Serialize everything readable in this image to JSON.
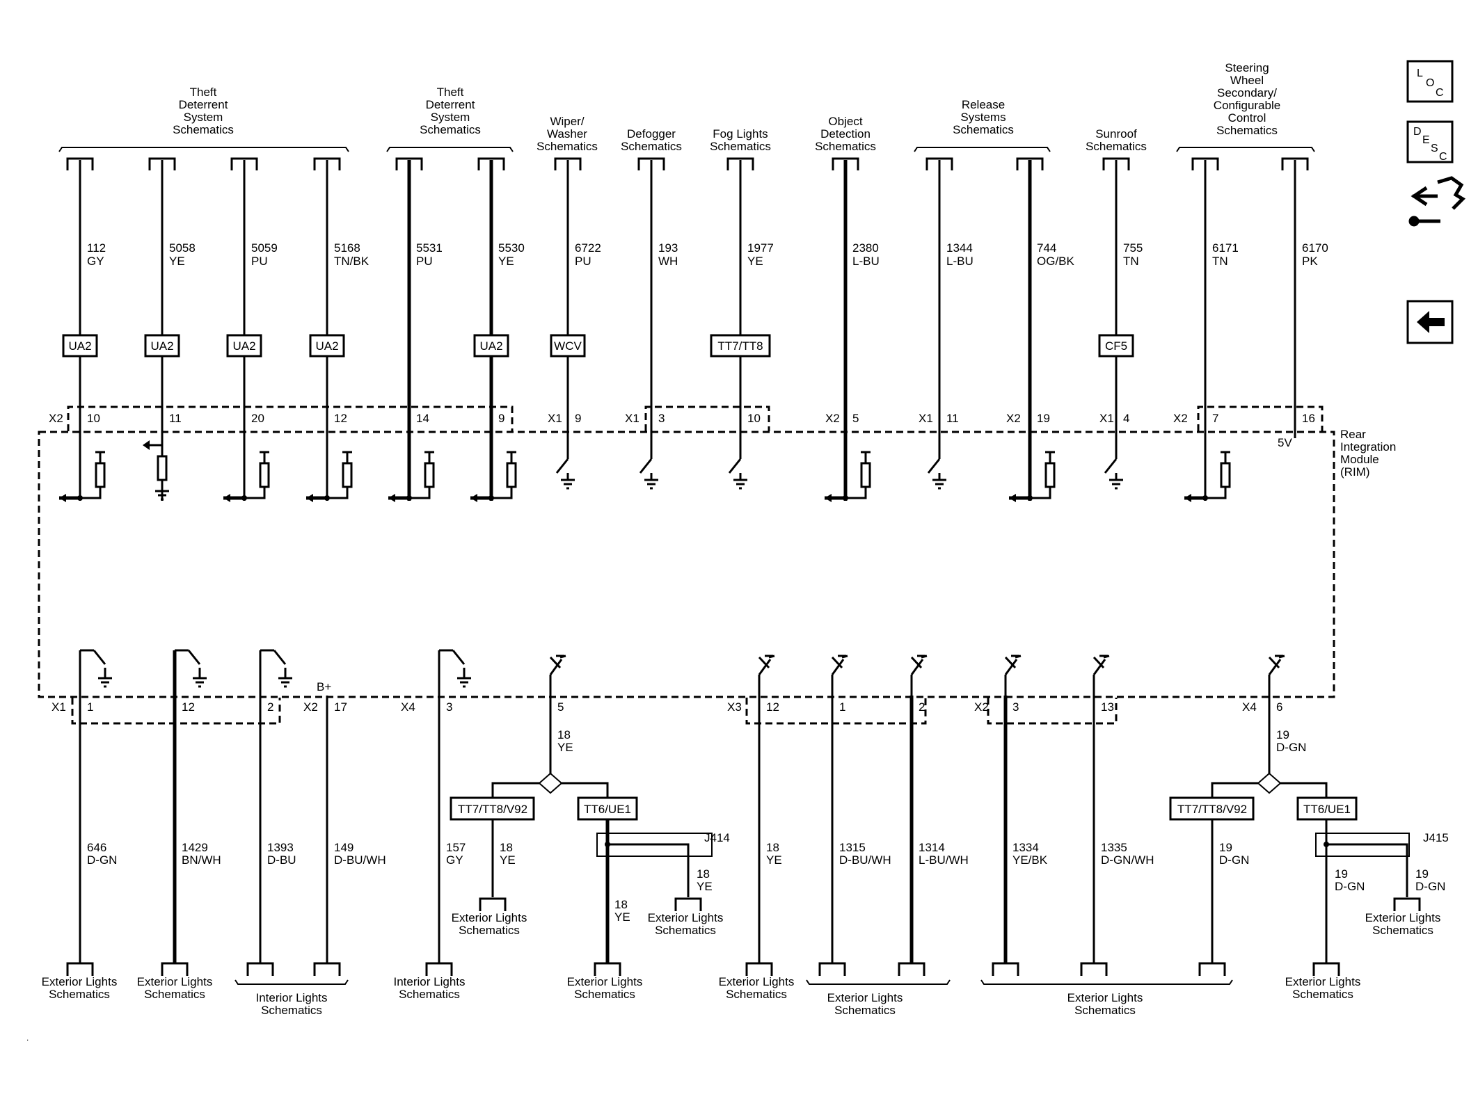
{
  "nav_icons": {
    "loc": [
      "L",
      "O",
      "C"
    ],
    "desc": [
      "D",
      "E",
      "S",
      "C"
    ],
    "connector_tool": "connector-tool-icon",
    "back": "back-arrow-icon"
  },
  "module": {
    "name_lines": [
      "Rear",
      "Integration",
      "Module",
      "(RIM)"
    ],
    "v5": "5V",
    "bplus": "B+"
  },
  "top_groups": [
    {
      "lines": [
        "Theft",
        "Deterrent",
        "System",
        "Schematics"
      ]
    },
    {
      "lines": [
        "Theft",
        "Deterrent",
        "System",
        "Schematics"
      ]
    },
    {
      "lines": [
        "Wiper/",
        "Washer",
        "Schematics"
      ]
    },
    {
      "lines": [
        "Defogger",
        "Schematics"
      ]
    },
    {
      "lines": [
        "Fog Lights",
        "Schematics"
      ]
    },
    {
      "lines": [
        "Object",
        "Detection",
        "Schematics"
      ]
    },
    {
      "lines": [
        "Release",
        "Systems",
        "Schematics"
      ]
    },
    {
      "lines": [
        "Sunroof",
        "Schematics"
      ]
    },
    {
      "lines": [
        "Steering",
        "Wheel",
        "Secondary/",
        "Configurable",
        "Control",
        "Schematics"
      ]
    }
  ],
  "top_wires": [
    {
      "circuit": "112",
      "color": "GY",
      "option": "UA2",
      "pin": "10"
    },
    {
      "circuit": "5058",
      "color": "YE",
      "option": "UA2",
      "pin": "11"
    },
    {
      "circuit": "5059",
      "color": "PU",
      "option": "UA2",
      "pin": "20"
    },
    {
      "circuit": "5168",
      "color": "TN/BK",
      "option": "UA2",
      "pin": "12"
    },
    {
      "circuit": "5531",
      "color": "PU",
      "option": "",
      "pin": "14"
    },
    {
      "circuit": "5530",
      "color": "YE",
      "option": "UA2",
      "pin": "9"
    },
    {
      "circuit": "6722",
      "color": "PU",
      "option": "WCV",
      "pin": "9"
    },
    {
      "circuit": "193",
      "color": "WH",
      "option": "",
      "pin": "3"
    },
    {
      "circuit": "1977",
      "color": "YE",
      "option": "TT7/TT8",
      "pin": "10"
    },
    {
      "circuit": "2380",
      "color": "L-BU",
      "option": "",
      "pin": "5"
    },
    {
      "circuit": "1344",
      "color": "L-BU",
      "option": "",
      "pin": "11"
    },
    {
      "circuit": "744",
      "color": "OG/BK",
      "option": "",
      "pin": "19"
    },
    {
      "circuit": "755",
      "color": "TN",
      "option": "CF5",
      "pin": "4"
    },
    {
      "circuit": "6171",
      "color": "TN",
      "option": "",
      "pin": "7"
    },
    {
      "circuit": "6170",
      "color": "PK",
      "option": "",
      "pin": "16"
    }
  ],
  "top_connectors": [
    "X2",
    "X1",
    "X1",
    "X2",
    "X1",
    "X2",
    "X1",
    "X2"
  ],
  "bottom_connectors": [
    "X1",
    "X2",
    "X4",
    "X3",
    "X2",
    "X4"
  ],
  "bottom_wires": [
    {
      "pin": "1",
      "circuit": "646",
      "color": "D-GN"
    },
    {
      "pin": "12",
      "circuit": "1429",
      "color": "BN/WH"
    },
    {
      "pin": "2",
      "circuit": "1393",
      "color": "D-BU"
    },
    {
      "pin": "17",
      "circuit": "149",
      "color": "D-BU/WH"
    },
    {
      "pin": "3",
      "circuit": "157",
      "color": "GY"
    },
    {
      "pin": "5",
      "circuit": "18",
      "color": "YE"
    },
    {
      "pin": "12",
      "circuit": "18",
      "color": "YE"
    },
    {
      "pin": "1",
      "circuit": "1315",
      "color": "D-BU/WH"
    },
    {
      "pin": "2",
      "circuit": "1314",
      "color": "L-BU/WH"
    },
    {
      "pin": "3",
      "circuit": "1334",
      "color": "YE/BK"
    },
    {
      "pin": "13",
      "circuit": "1335",
      "color": "D-GN/WH"
    },
    {
      "pin": "6",
      "circuit": "19",
      "color": "D-GN"
    }
  ],
  "branches": {
    "left": {
      "opt_a": "TT7/TT8/V92",
      "opt_b": "TT6/UE1",
      "splice": "J414",
      "w_a": {
        "circuit": "18",
        "color": "YE"
      },
      "w_b": {
        "circuit": "18",
        "color": "YE"
      },
      "w_c": {
        "circuit": "18",
        "color": "YE"
      }
    },
    "right": {
      "opt_a": "TT7/TT8/V92",
      "opt_b": "TT6/UE1",
      "splice": "J415",
      "w_a": {
        "circuit": "19",
        "color": "D-GN"
      },
      "w_b": {
        "circuit": "19",
        "color": "D-GN"
      },
      "w_c": {
        "circuit": "19",
        "color": "D-GN"
      }
    }
  },
  "bottom_targets": {
    "ext": [
      "Exterior Lights",
      "Schematics"
    ],
    "int": [
      "Interior Lights",
      "Schematics"
    ]
  }
}
